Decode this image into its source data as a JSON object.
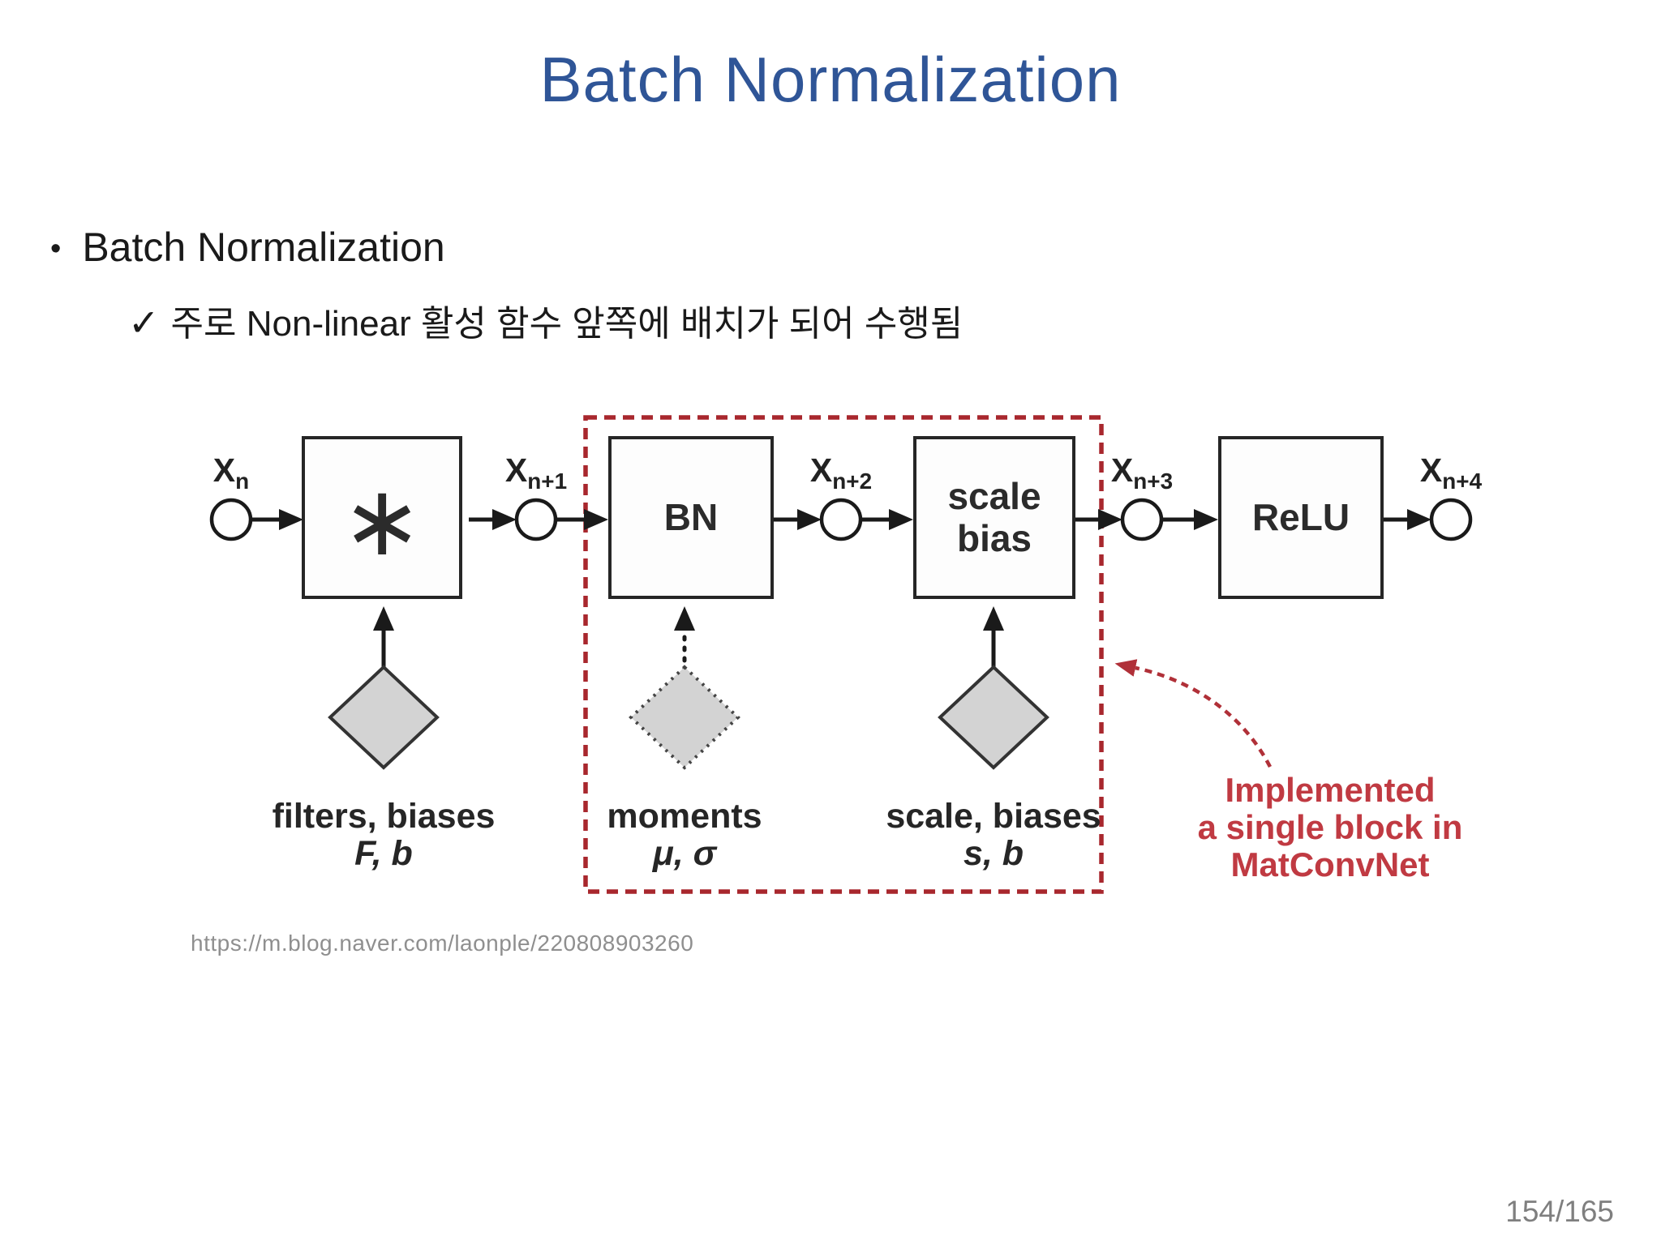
{
  "slide": {
    "title": "Batch Normalization",
    "bullet_glyph": "•",
    "bullet_text": "Batch Normalization",
    "check_glyph": "✓",
    "check_text": "주로 Non-linear 활성 함수 앞쪽에 배치가 되어 수행됨",
    "source_url": "https://m.blog.naver.com/laonple/220808903260",
    "page_number": "154/165"
  },
  "diagram": {
    "nodes": [
      {
        "base": "X",
        "sub": "n"
      },
      {
        "base": "X",
        "sub": "n+1"
      },
      {
        "base": "X",
        "sub": "n+2"
      },
      {
        "base": "X",
        "sub": "n+3"
      },
      {
        "base": "X",
        "sub": "n+4"
      }
    ],
    "boxes": {
      "conv": "∗",
      "bn": "BN",
      "scale_line1": "scale",
      "scale_line2": "bias",
      "relu": "ReLU"
    },
    "params": [
      {
        "name": "filters, biases",
        "symbols": "F, b"
      },
      {
        "name": "moments",
        "symbols": "μ, σ"
      },
      {
        "name": "scale, biases",
        "symbols": "s, b"
      }
    ],
    "annotation": {
      "line1": "Implemented",
      "line2": "a single block in",
      "line3": "MatConvNet"
    },
    "colors": {
      "title_blue": "#2f5597",
      "annotation_red": "#c03a42",
      "outline_red": "#a8272d",
      "diamond_gray": "#d3d3d3",
      "ink": "#1a1a1a",
      "muted_gray": "#8f8f8f"
    }
  }
}
